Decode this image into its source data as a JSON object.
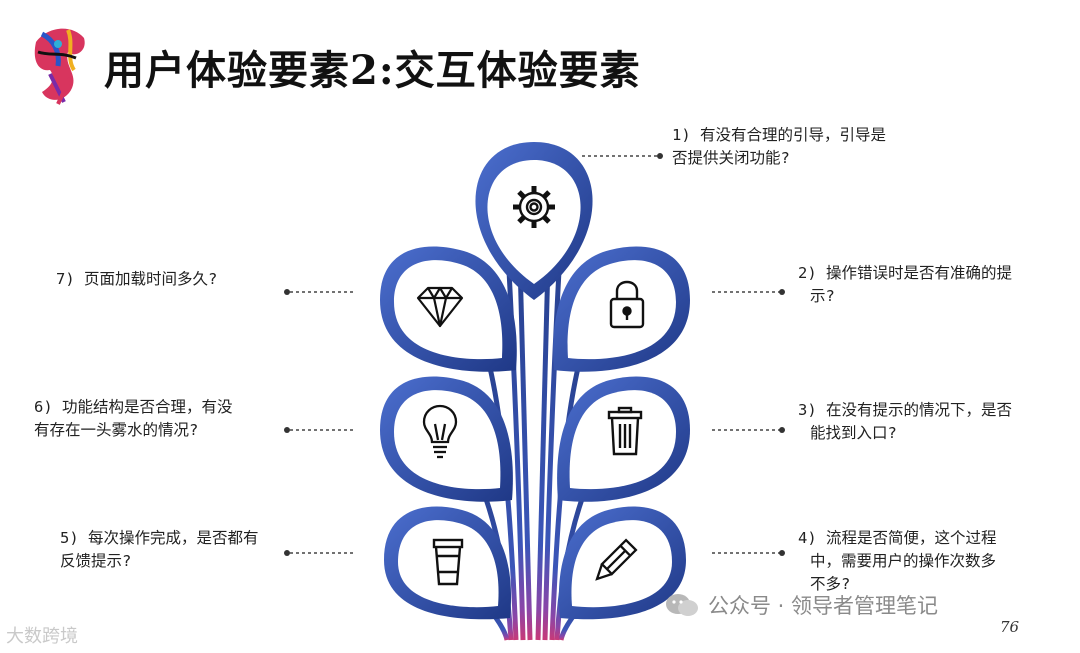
{
  "title": "用户体验要素2:交互体验要素",
  "questions": {
    "q1": {
      "line1": "1) 有没有合理的引导，引导是",
      "line2": "否提供关闭功能?"
    },
    "q2": {
      "line1": "2) 操作错误时是否有准确的提",
      "line2": "示?"
    },
    "q3": {
      "line1": "3) 在没有提示的情况下，是否",
      "line2": "能找到入口?"
    },
    "q4": {
      "line1": "4) 流程是否简便，这个过程",
      "line2": "中，需要用户的操作次数多",
      "line3": "不多?"
    },
    "q5": {
      "line1": "5) 每次操作完成，是否都有",
      "line2": "反馈提示?"
    },
    "q6": {
      "line1": "6) 功能结构是否合理，有没",
      "line2": "有存在一头雾水的情况?"
    },
    "q7": {
      "line1": "7) 页面加载时间多久?"
    }
  },
  "icons": {
    "top": "gear-icon",
    "left_top": "diamond-icon",
    "right_top": "lock-icon",
    "left_mid": "lightbulb-icon",
    "right_mid": "trash-icon",
    "left_bottom": "cup-icon",
    "right_bottom": "pencil-icon"
  },
  "colors": {
    "tree_dark": "#233d8e",
    "tree_light": "#4a6cc8",
    "tree_base": "#c03a7a"
  },
  "page_number": "76",
  "watermark_left": "大数跨境",
  "watermark_right": "公众号 · 领导者管理笔记"
}
